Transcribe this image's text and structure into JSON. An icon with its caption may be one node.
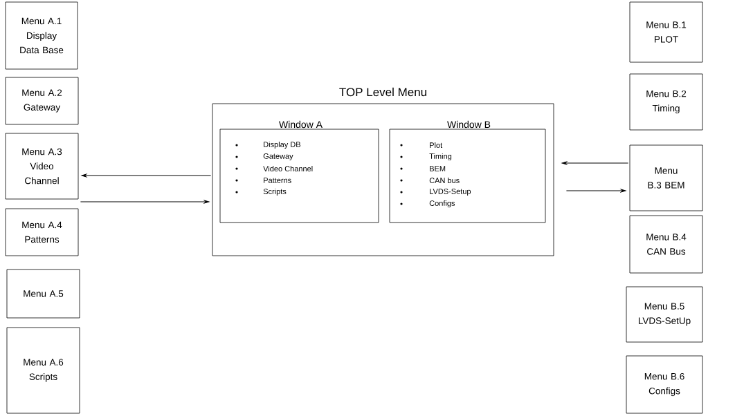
{
  "diagram": {
    "nodes": [
      {
        "text": [
          "Menu A.1 Display Data Base"
        ]
      },
      {
        "text": [
          "Menu A.2 Gateway"
        ]
      },
      {
        "text": [
          "Menu A.3 Video Channel"
        ]
      },
      {
        "text": [
          "Menu A.4 Patterns"
        ]
      },
      {
        "text": [
          "Menu A.5"
        ]
      },
      {
        "text": [
          "Menu A.6 Scripts"
        ]
      },
      {
        "text": [
          "TOP Level Menu"
        ]
      },
      {
        "text": [
          "Window A",
          "Display DB",
          "Gateway",
          "Video Channel",
          "Patterns",
          "Scripts"
        ],
        "in": 6
      },
      {
        "text": [
          "Window B",
          "Plot",
          "Timing",
          "BEM",
          "CAN bus",
          "LVDS-Setup",
          "Configs"
        ],
        "in": 6
      },
      {
        "text": [
          "Menu B.1 PLOT"
        ]
      },
      {
        "text": [
          "Menu B.2 Timing"
        ]
      },
      {
        "text": [
          "Menu B.3 BEM"
        ]
      },
      {
        "text": [
          "Menu B.4 CAN Bus"
        ]
      },
      {
        "text": [
          "Menu B.5 LVDS-SetUp"
        ]
      },
      {
        "text": [
          "Menu B.6 Configs"
        ]
      }
    ],
    "edges": [
      {
        "from": 6,
        "to": 2,
        "arrow": "to"
      },
      {
        "from": 2,
        "to": 6,
        "arrow": "to"
      },
      {
        "from": 11,
        "to": 6,
        "arrow": "to"
      },
      {
        "from": 6,
        "to": 11,
        "arrow": "to"
      }
    ]
  }
}
